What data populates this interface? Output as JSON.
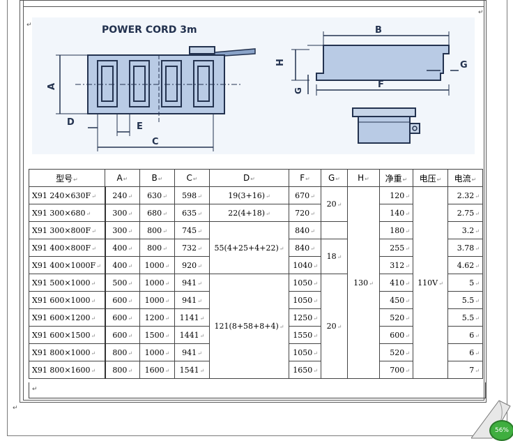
{
  "figure": {
    "power_cord_label": "POWER CORD 3m",
    "dim_labels": [
      "A",
      "B",
      "C",
      "D",
      "E",
      "F",
      "G",
      "H",
      "G"
    ]
  },
  "table": {
    "headers": [
      "型号",
      "A",
      "B",
      "C",
      "D",
      "F",
      "G",
      "H",
      "净重",
      "电压",
      "电流"
    ],
    "rows": [
      {
        "model": "X91 240×630F",
        "A": "240",
        "B": "630",
        "C": "598",
        "F": "670",
        "weight": "120",
        "current": "2.32"
      },
      {
        "model": "X91 300×680",
        "A": "300",
        "B": "680",
        "C": "635",
        "F": "720",
        "weight": "140",
        "current": "2.75"
      },
      {
        "model": "X91 300×800F",
        "A": "300",
        "B": "800",
        "C": "745",
        "F": "840",
        "weight": "180",
        "current": "3.2"
      },
      {
        "model": "X91 400×800F",
        "A": "400",
        "B": "800",
        "C": "732",
        "F": "840",
        "weight": "255",
        "current": "3.78"
      },
      {
        "model": "X91 400×1000F",
        "A": "400",
        "B": "1000",
        "C": "920",
        "F": "1040",
        "weight": "312",
        "current": "4.62"
      },
      {
        "model": "X91 500×1000",
        "A": "500",
        "B": "1000",
        "C": "941",
        "F": "1050",
        "weight": "410",
        "current": "5"
      },
      {
        "model": "X91 600×1000",
        "A": "600",
        "B": "1000",
        "C": "941",
        "F": "1050",
        "weight": "450",
        "current": "5.5"
      },
      {
        "model": "X91 600×1200",
        "A": "600",
        "B": "1200",
        "C": "1141",
        "F": "1250",
        "weight": "520",
        "current": "5.5"
      },
      {
        "model": "X91 600×1500",
        "A": "600",
        "B": "1500",
        "C": "1441",
        "F": "1550",
        "weight": "600",
        "current": "6"
      },
      {
        "model": "X91 800×1000",
        "A": "800",
        "B": "1000",
        "C": "941",
        "F": "1050",
        "weight": "520",
        "current": "6"
      },
      {
        "model": "X91 800×1600",
        "A": "800",
        "B": "1600",
        "C": "1541",
        "F": "1650",
        "weight": "700",
        "current": "7"
      }
    ],
    "D_groups": [
      "19(3+16)",
      "22(4+18)",
      "55(4+25+4+22)",
      "121(8+58+8+4)"
    ],
    "G_groups": [
      "20",
      "18",
      "20"
    ],
    "H_value": "130",
    "voltage_value": "110V"
  },
  "status": {
    "zoom": "56%"
  }
}
